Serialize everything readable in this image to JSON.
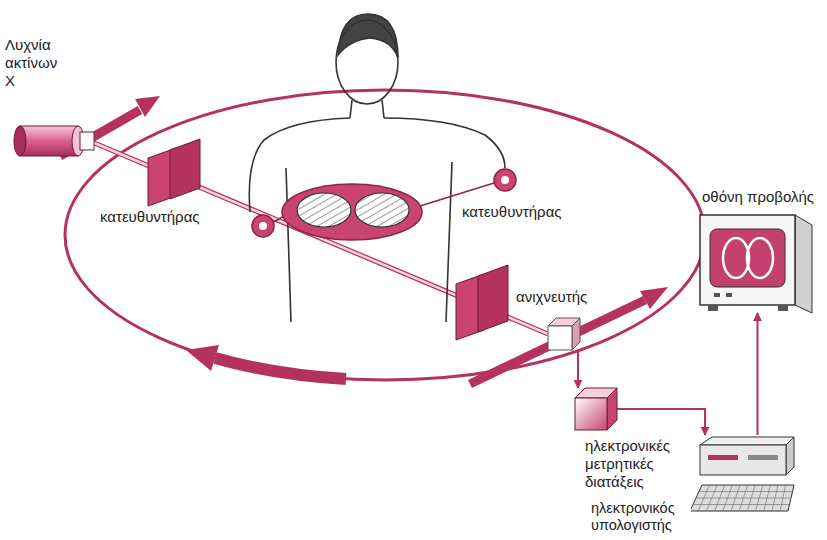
{
  "diagram": {
    "nodes": [
      {
        "text": [
          "Λυχνία ακτίνων Χ"
        ]
      },
      {
        "text": [
          "ανιχνευτής"
        ]
      },
      {
        "text": [
          "ηλεκτρονικές μετρητικές διατάξεις"
        ]
      },
      {
        "text": [
          "ηλεκτρονικός υπολογιστής"
        ]
      },
      {
        "text": [
          "οθόνη προβολής"
        ]
      }
    ],
    "edges": [
      {
        "from": 1,
        "to": 2,
        "arrow": "to"
      },
      {
        "from": 2,
        "to": 3,
        "arrow": "to"
      },
      {
        "from": 3,
        "to": 4,
        "arrow": "to"
      }
    ],
    "labels": [
      "κατευθυντήρας",
      "κατευθυντήρας"
    ]
  }
}
